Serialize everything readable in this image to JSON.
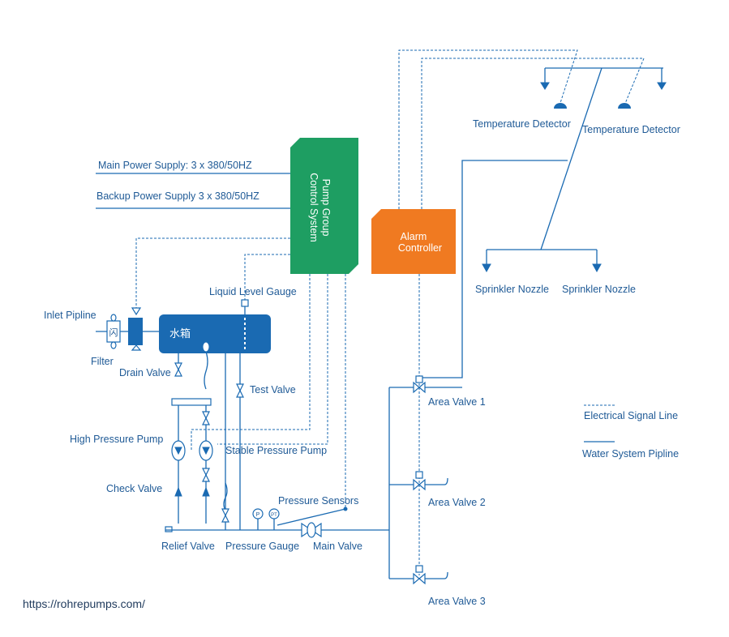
{
  "labels": {
    "main_power": "Main Power Supply: 3 x 380/50HZ",
    "backup_power": "Backup Power Supply 3 x 380/50HZ",
    "control_line1": "Pump Group",
    "control_line2": "Control System",
    "alarm_line1": "Alarm",
    "alarm_line2": "Controller",
    "temp_detector_1": "Temperature Detector",
    "temp_detector_2": "Temperature Detector",
    "sprinkler_1": "Sprinkler Nozzle",
    "sprinkler_2": "Sprinkler Nozzle",
    "liquid_level_gauge": "Liquid Level Gauge",
    "inlet_pipeline": "Inlet Pipline",
    "filter": "Filter",
    "drain_valve": "Drain Valve",
    "tank": "水箱",
    "filter_symbol": "闪",
    "test_valve": "Test Valve",
    "high_pressure_pump": "High Pressure Pump",
    "stable_pressure_pump": "Stable Pressure Pump",
    "check_valve": "Check Valve",
    "pressure_sensors": "Pressure Sensors",
    "relief_valve": "Relief Valve",
    "pressure_gauge": "Pressure Gauge",
    "main_valve": "Main Valve",
    "area_valve_1": "Area Valve 1",
    "area_valve_2": "Area Valve 2",
    "area_valve_3": "Area Valve 3",
    "gauge_p": "P",
    "gauge_pt": "PT",
    "legend_signal": "Electrical Signal Line",
    "legend_pipe": "Water System Pipline",
    "url": "https://rohrepumps.com/"
  },
  "colors": {
    "control_box": "#1e9e62",
    "alarm_box": "#f07a21",
    "tank": "#1a6ab2",
    "line": "#1a6ab2"
  }
}
